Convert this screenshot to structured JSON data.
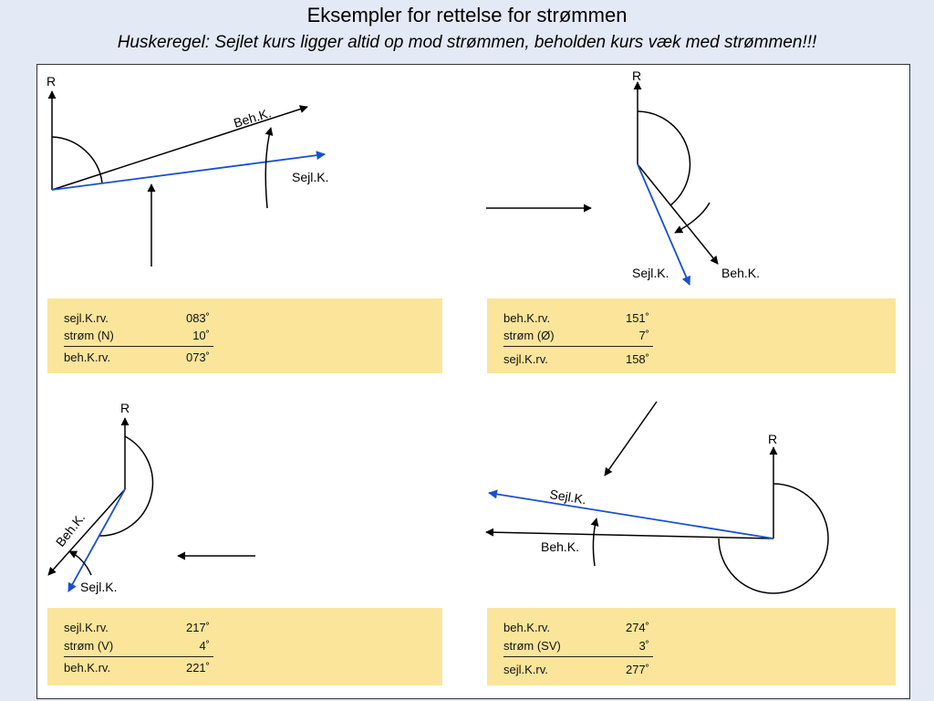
{
  "header": {
    "title": "Eksempler for rettelse for strømmen",
    "subtitle": "Huskeregel: Sejlet kurs ligger altid op mod strømmen, beholden kurs væk med strømmen!!!"
  },
  "colors": {
    "background": "#e3eaf5",
    "table_fill": "#fbe59b",
    "sejl_line": "#1a4fcf",
    "beh_line": "#000000"
  },
  "diagrams": [
    {
      "r_label": "R",
      "beh_label": "Beh.K.",
      "sejl_label": "Sejl.K."
    },
    {
      "r_label": "R",
      "beh_label": "Beh.K.",
      "sejl_label": "Sejl.K."
    },
    {
      "r_label": "R",
      "beh_label": "Beh.K.",
      "sejl_label": "Sejl.K."
    },
    {
      "r_label": "R",
      "beh_label": "Beh.K.",
      "sejl_label": "Sejl.K."
    }
  ],
  "tables": [
    {
      "rows": [
        {
          "name": "sejl.K.rv.",
          "value": "083˚"
        },
        {
          "name": "strøm (N)",
          "value": "10˚"
        },
        {
          "name": "beh.K.rv.",
          "value": "073˚"
        }
      ]
    },
    {
      "rows": [
        {
          "name": "beh.K.rv.",
          "value": "151˚"
        },
        {
          "name": "strøm (Ø)",
          "value": "7˚"
        },
        {
          "name": "sejl.K.rv.",
          "value": "158˚"
        }
      ]
    },
    {
      "rows": [
        {
          "name": "sejl.K.rv.",
          "value": "217˚"
        },
        {
          "name": "strøm (V)",
          "value": "4˚"
        },
        {
          "name": "beh.K.rv.",
          "value": "221˚"
        }
      ]
    },
    {
      "rows": [
        {
          "name": "beh.K.rv.",
          "value": "274˚"
        },
        {
          "name": "strøm (SV)",
          "value": "3˚"
        },
        {
          "name": "sejl.K.rv.",
          "value": "277˚"
        }
      ]
    }
  ]
}
